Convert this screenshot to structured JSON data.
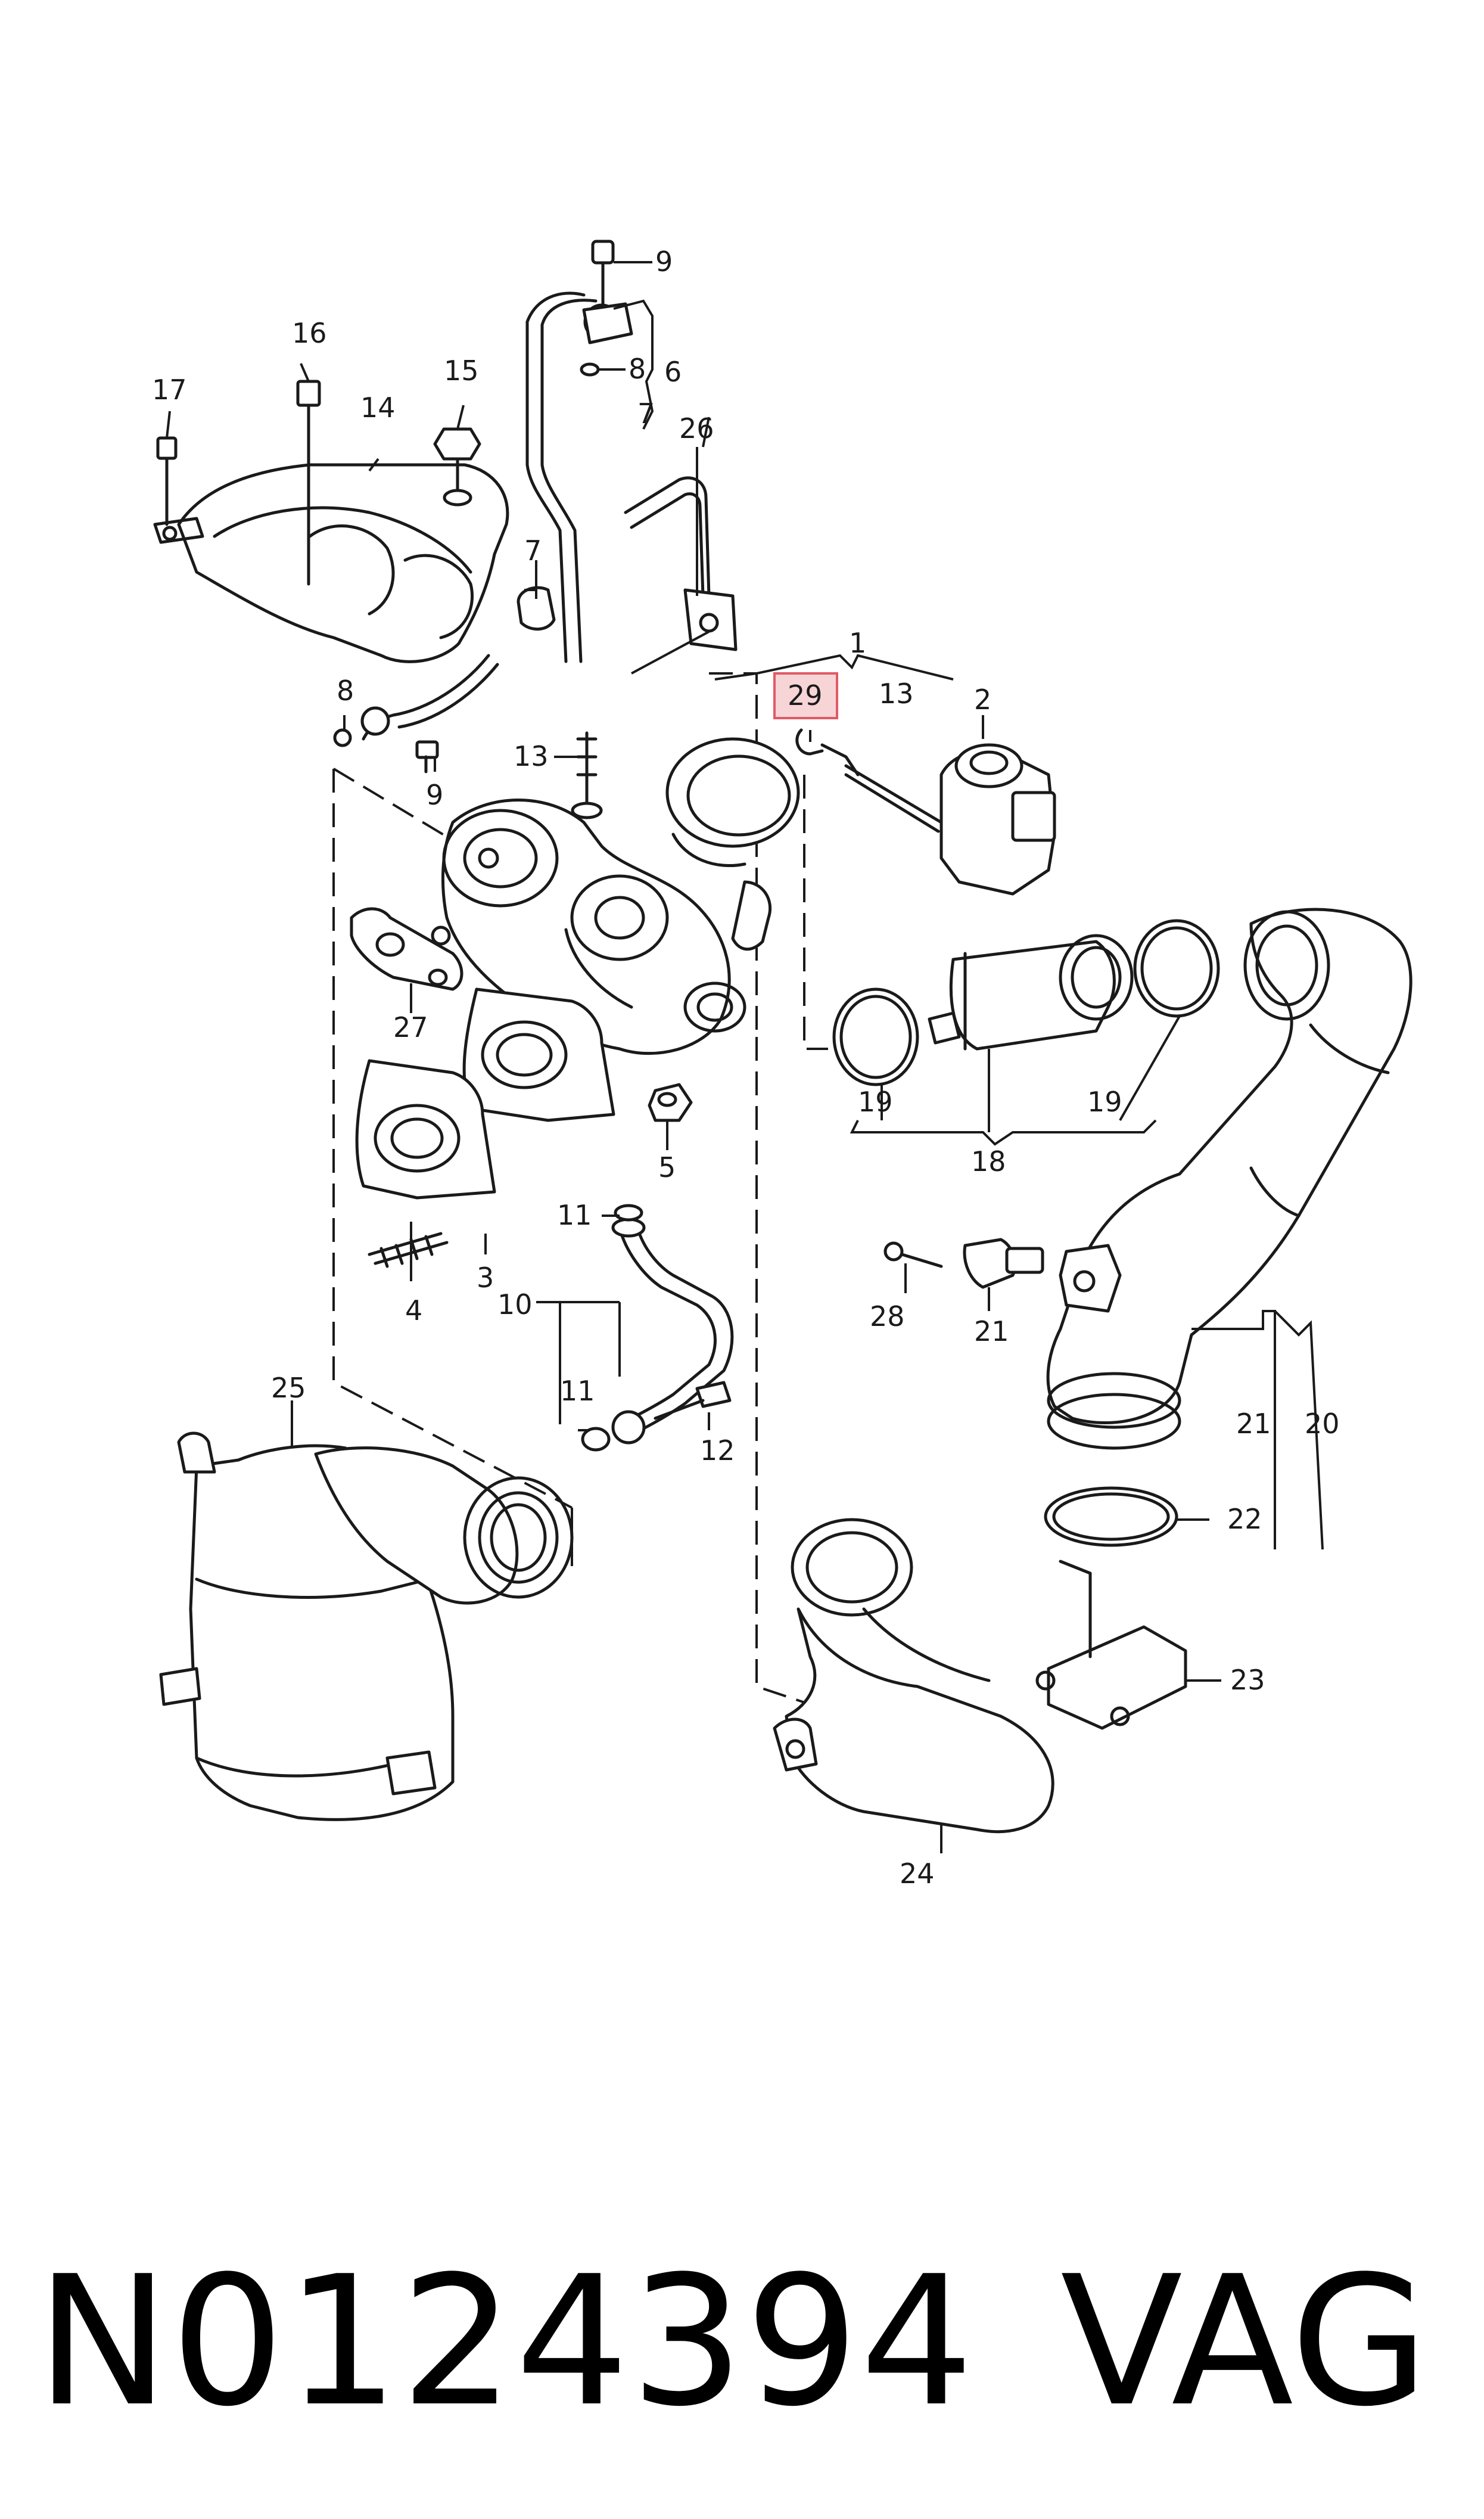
{
  "diagram": {
    "callouts": {
      "c1": "1",
      "c2": "2",
      "c3": "3",
      "c4": "4",
      "c5": "5",
      "c6": "6",
      "c7a": "7",
      "c7b": "7",
      "c8a": "8",
      "c8b": "8",
      "c9a": "9",
      "c9b": "9",
      "c10": "10",
      "c11a": "11",
      "c11b": "11",
      "c12": "12",
      "c13a": "13",
      "c13b": "13",
      "c14": "14",
      "c15": "15",
      "c16": "16",
      "c17": "17",
      "c18": "18",
      "c19a": "19",
      "c19b": "19",
      "c20": "20",
      "c21a": "21",
      "c21b": "21",
      "c22": "22",
      "c23": "23",
      "c24": "24",
      "c25": "25",
      "c26": "26",
      "c27": "27",
      "c28": "28",
      "c29": "29"
    },
    "highlighted_part": "29",
    "highlight_color": "#f7d4d6"
  },
  "footer": {
    "part_number": "N0124394",
    "brand": "VAG"
  }
}
